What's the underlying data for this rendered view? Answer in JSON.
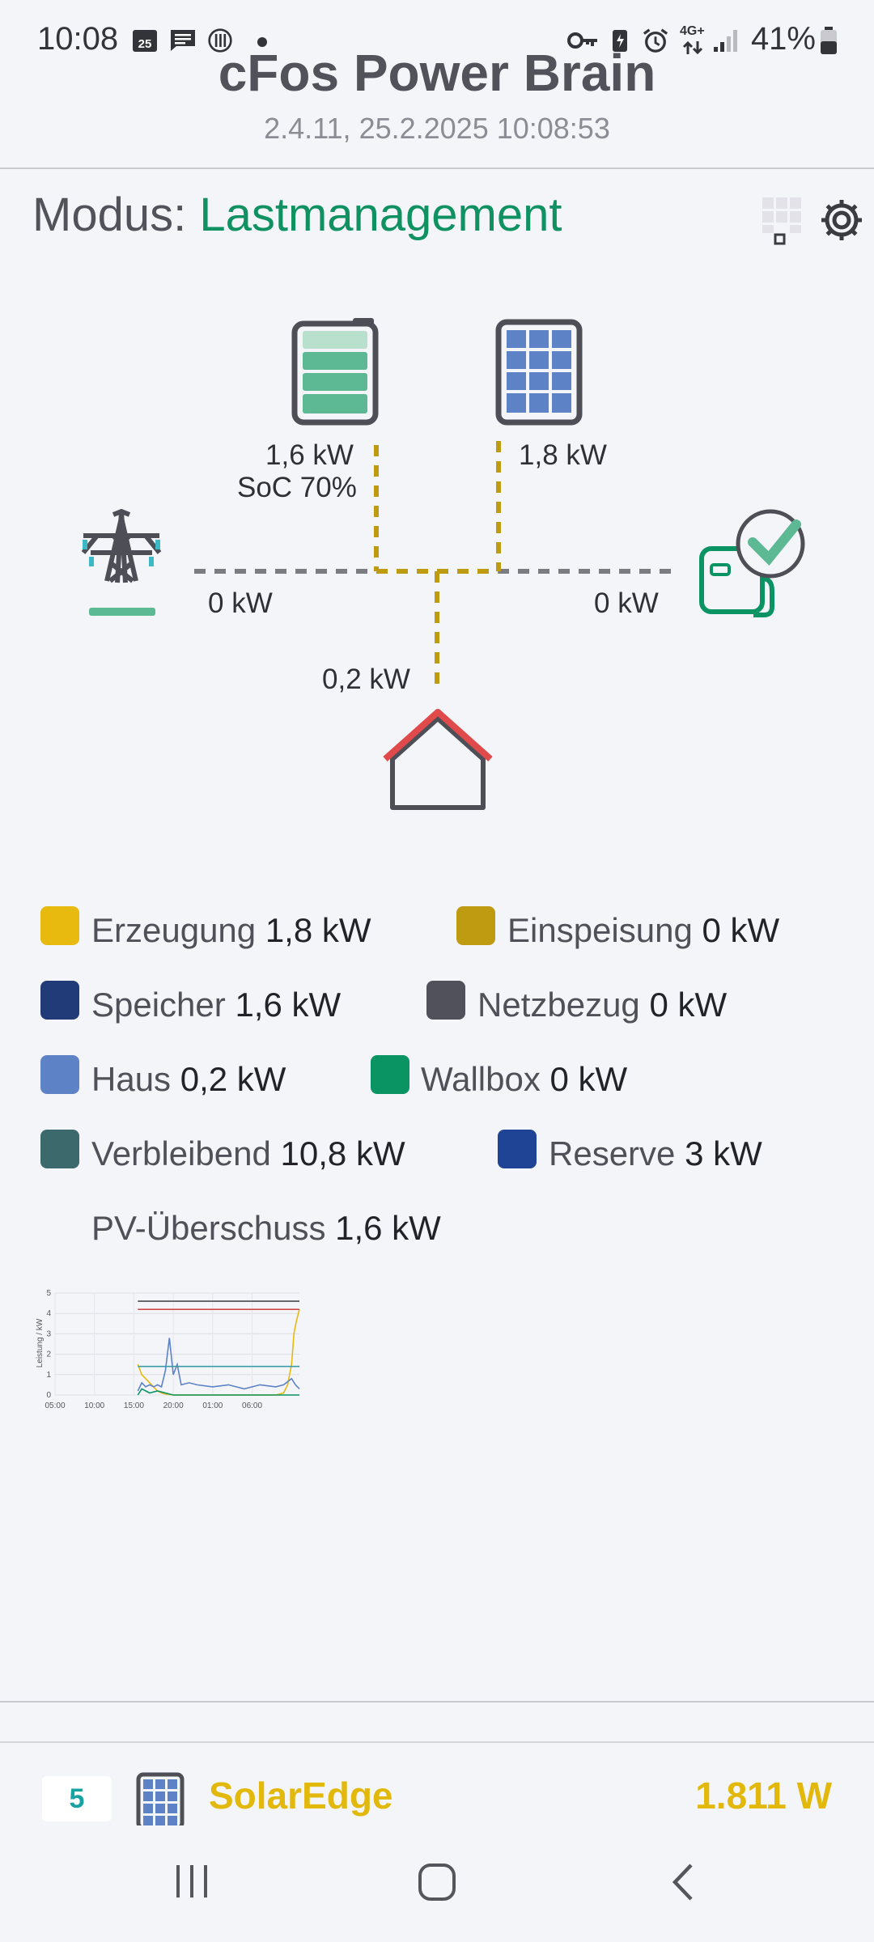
{
  "status_bar": {
    "time": "10:08",
    "calendar_day": "25",
    "network": "4G+",
    "battery": "41%"
  },
  "header": {
    "title": "cFos Power Brain",
    "subtitle": "2.4.11, 25.2.2025 10:08:53"
  },
  "mode": {
    "label": "Modus:",
    "value": "Lastmanagement"
  },
  "flow": {
    "battery_power": "1,6 kW",
    "battery_soc": "SoC 70%",
    "solar_power": "1,8 kW",
    "grid_power": "0 kW",
    "wallbox_power": "0 kW",
    "house_power": "0,2 kW"
  },
  "legend": [
    {
      "label": "Erzeugung",
      "value": "1,8 kW",
      "color": "#e8b90e"
    },
    {
      "label": "Einspeisung",
      "value": "0 kW",
      "color": "#bf9b12"
    },
    {
      "label": "Speicher",
      "value": "1,6 kW",
      "color": "#213a78"
    },
    {
      "label": "Netzbezug",
      "value": "0 kW",
      "color": "#51515b"
    },
    {
      "label": "Haus",
      "value": "0,2 kW",
      "color": "#5d82c6"
    },
    {
      "label": "Wallbox",
      "value": "0 kW",
      "color": "#0a9363"
    },
    {
      "label": "Verbleibend",
      "value": "10,8 kW",
      "color": "#3c6a6c"
    },
    {
      "label": "Reserve",
      "value": "3 kW",
      "color": "#1f4496"
    },
    {
      "label": "PV-Überschuss",
      "value": "1,6 kW"
    }
  ],
  "chart_data": {
    "type": "line",
    "ylabel": "Leistung / kW",
    "ylim": [
      0,
      5
    ],
    "yticks": [
      "0",
      "1",
      "2",
      "3",
      "4",
      "5"
    ],
    "xticks": [
      "05:00",
      "10:00",
      "15:00",
      "20:00",
      "01:00",
      "06:00"
    ],
    "x_range": [
      0,
      31
    ],
    "series": [
      {
        "color": "#e8b90e",
        "x": [
          10.5,
          11,
          11.5,
          12,
          12.5,
          13,
          13.5,
          14,
          15,
          16,
          18,
          20,
          22,
          24,
          26,
          28,
          29,
          29.5,
          30,
          30.3,
          30.6,
          31
        ],
        "values": [
          1.5,
          1.0,
          0.8,
          0.6,
          0.4,
          0.2,
          0.1,
          0.05,
          0,
          0,
          0,
          0,
          0,
          0,
          0,
          0,
          0.1,
          0.5,
          1.5,
          3.0,
          3.6,
          4.2
        ]
      },
      {
        "color": "#5d82c6",
        "x": [
          10.5,
          11,
          11.5,
          12,
          12.5,
          13,
          13.5,
          14,
          14.5,
          15,
          15.5,
          16,
          17,
          18,
          20,
          22,
          24,
          26,
          28,
          29,
          30,
          30.5,
          31
        ],
        "values": [
          0.2,
          0.6,
          0.4,
          0.5,
          0.4,
          0.5,
          0.4,
          1.2,
          2.8,
          1.0,
          1.5,
          0.5,
          0.6,
          0.5,
          0.4,
          0.5,
          0.3,
          0.5,
          0.4,
          0.5,
          0.8,
          0.5,
          0.3
        ]
      },
      {
        "color": "#0a9363",
        "x": [
          10.5,
          11,
          12,
          13,
          14,
          15,
          15.5,
          16,
          20,
          25,
          30,
          31
        ],
        "values": [
          0,
          0.3,
          0.1,
          0.2,
          0.1,
          0,
          0,
          0,
          0,
          0,
          0,
          0
        ]
      },
      {
        "color": "#3c9aa6",
        "x": [
          10.5,
          31
        ],
        "values": [
          1.4,
          1.4
        ]
      },
      {
        "color": "#4a4a52",
        "x": [
          10.5,
          31
        ],
        "values": [
          4.6,
          4.6
        ]
      },
      {
        "color": "#cf4b4b",
        "x": [
          10.5,
          31
        ],
        "values": [
          4.2,
          4.2
        ]
      }
    ]
  },
  "device": {
    "badge": "5",
    "name": "SolarEdge",
    "power": "1.811 W"
  }
}
